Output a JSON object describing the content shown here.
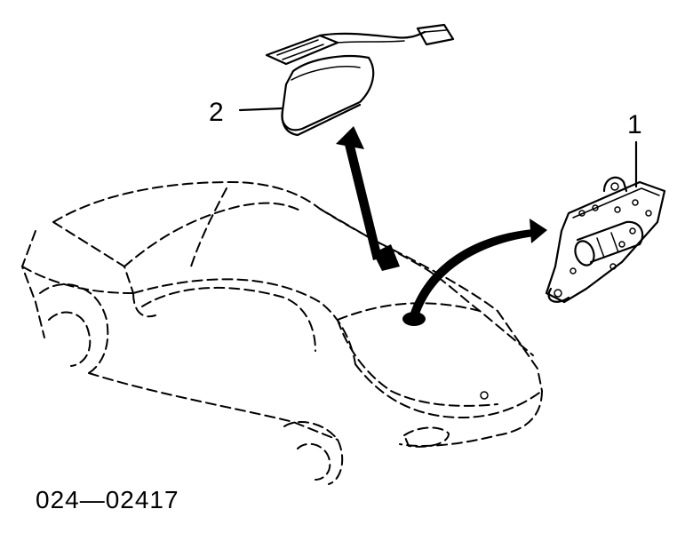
{
  "callouts": {
    "part1": "1",
    "part2": "2"
  },
  "reference_number": "024—02417",
  "colors": {
    "ink": "#000000",
    "background": "#ffffff"
  }
}
